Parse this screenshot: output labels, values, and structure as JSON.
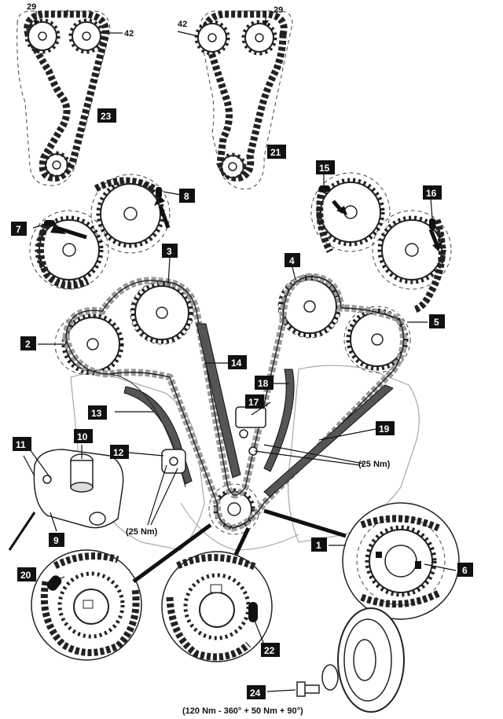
{
  "callouts": {
    "c1": "1",
    "c2": "2",
    "c3": "3",
    "c4": "4",
    "c5": "5",
    "c6": "6",
    "c7": "7",
    "c8": "8",
    "c9": "9",
    "c10": "10",
    "c11": "11",
    "c12": "12",
    "c13": "13",
    "c14": "14",
    "c15": "15",
    "c16": "16",
    "c17": "17",
    "c18": "18",
    "c19": "19",
    "c20": "20",
    "c21": "21",
    "c22": "22",
    "c23": "23",
    "c24": "24"
  },
  "dimension_labels": {
    "left_top": "29",
    "left_side": "42",
    "right_top": "29",
    "right_side": "42"
  },
  "torque": {
    "tensioner_right": "(25 Nm)",
    "tensioner_left": "(25 Nm)",
    "crank_bolt": "(120 Nm - 360° + 50 Nm + 90°)"
  }
}
